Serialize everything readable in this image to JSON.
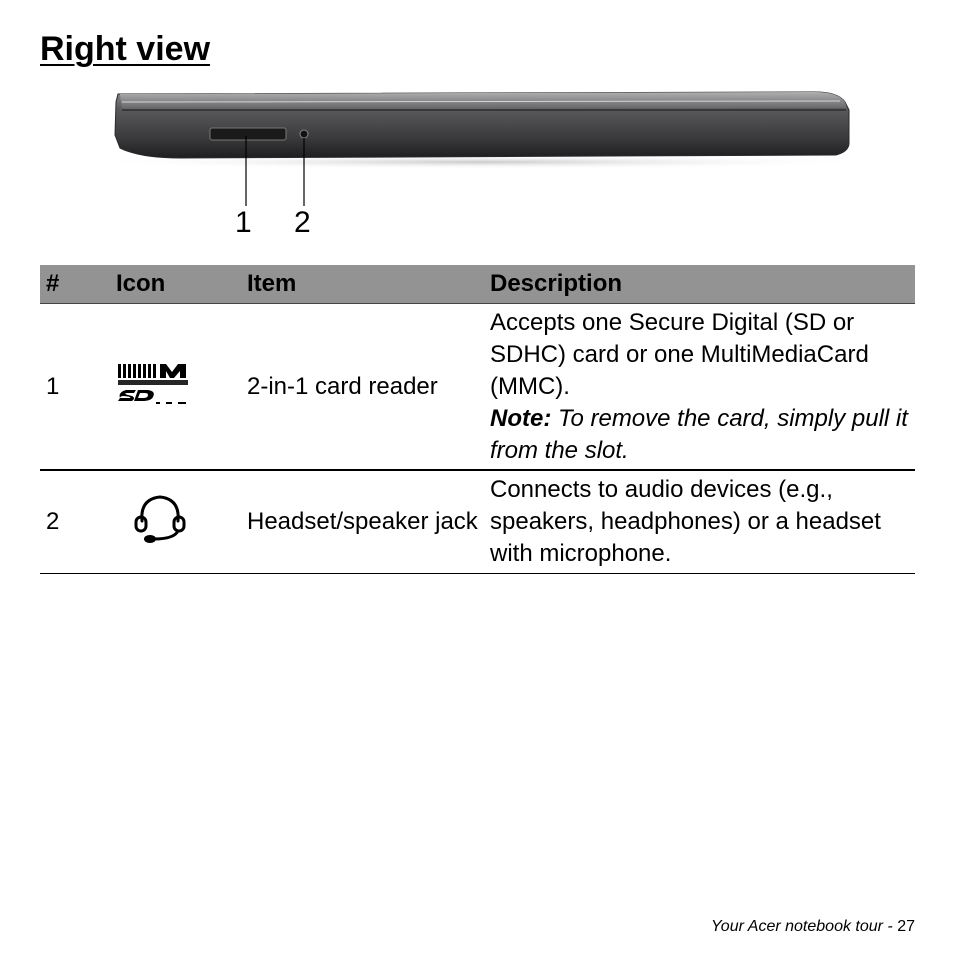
{
  "page": {
    "title": "Right view",
    "footer_text": "Your Acer notebook tour -",
    "page_number": "27"
  },
  "figure": {
    "callouts": [
      "1",
      "2"
    ]
  },
  "table": {
    "headers": [
      "#",
      "Icon",
      "Item",
      "Description"
    ],
    "rows": [
      {
        "num": "1",
        "icon": "sd-mmc-card-icon",
        "item": "2-in-1 card reader",
        "description": "Accepts one Secure Digital (SD or SDHC) card or one MultiMediaCard (MMC).",
        "note_label": "Note:",
        "note_text": "To remove the card, simply pull it from the slot."
      },
      {
        "num": "2",
        "icon": "headset-icon",
        "item": "Headset/speaker jack",
        "description": "Connects to audio devices (e.g., speakers, headphones) or a headset with microphone."
      }
    ]
  },
  "colors": {
    "header_bg": "#939393",
    "laptop_body": "#4a4a4c"
  }
}
